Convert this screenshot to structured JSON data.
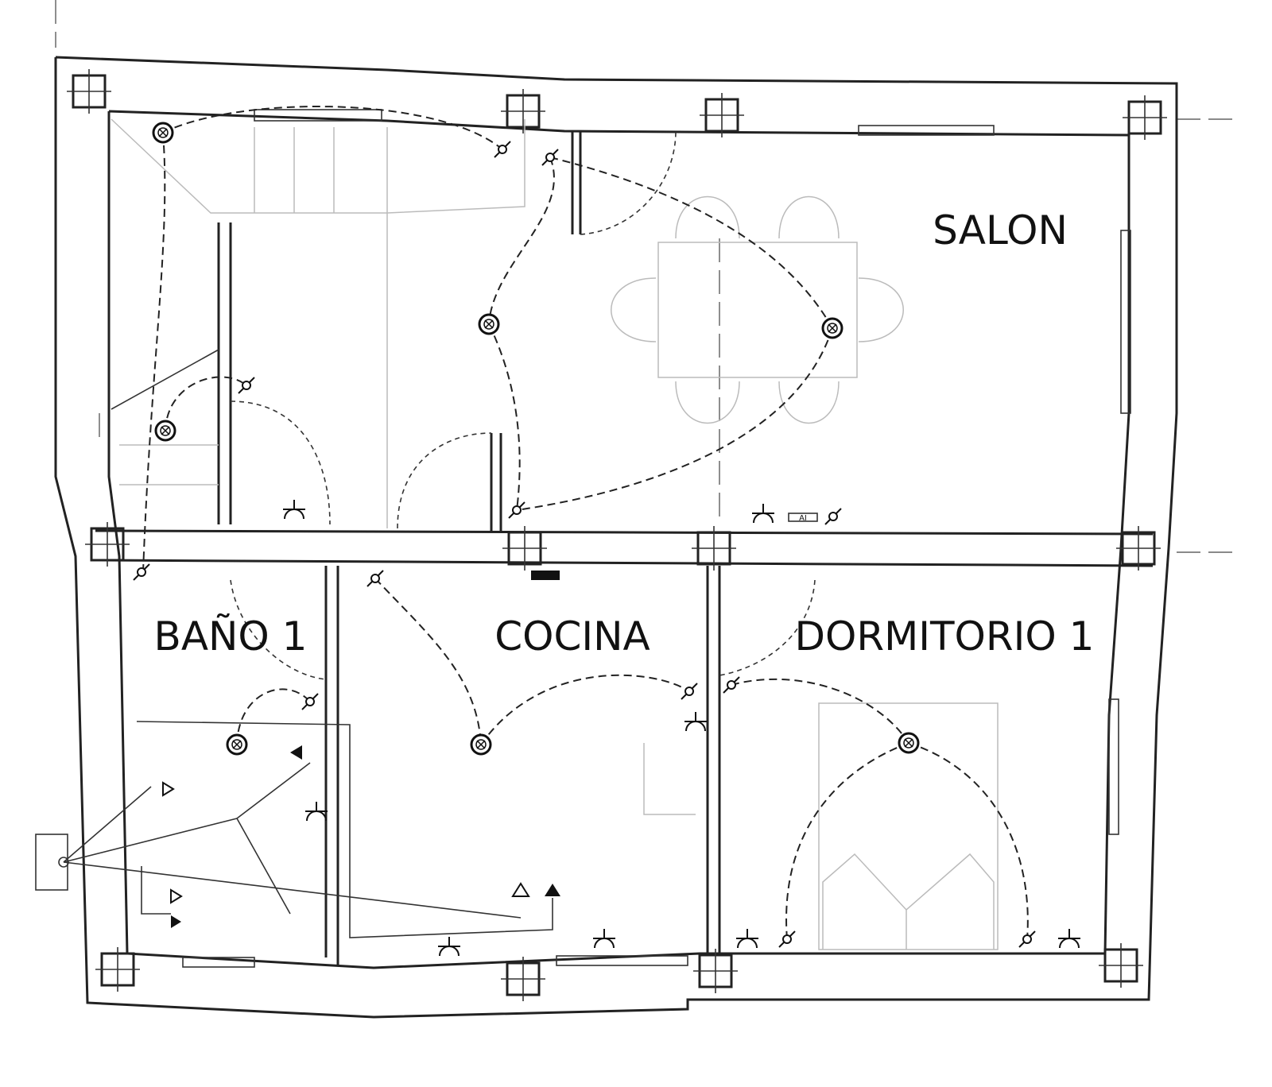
{
  "rooms": {
    "salon": "SALON",
    "bano": "BAÑO 1",
    "cocina": "COCINA",
    "dormitorio": "DORMITORIO 1"
  },
  "symbols": {
    "panel_label": "AI"
  }
}
